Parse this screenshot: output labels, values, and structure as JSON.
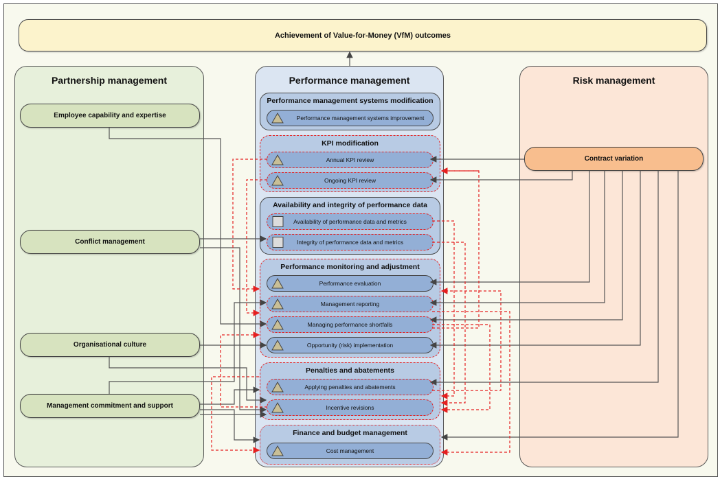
{
  "title": "Achievement of Value-for-Money (VfM) outcomes",
  "columns": {
    "partnership": {
      "title": "Partnership management",
      "items": [
        "Employee capability and expertise",
        "Conflict management",
        "Organisational culture",
        "Management commitment and support"
      ]
    },
    "performance": {
      "title": "Performance management",
      "groups": [
        {
          "title": "Performance management systems modification",
          "style": "solid",
          "activities": [
            {
              "label": "Performance management systems improvement",
              "icon": "triangle-icon",
              "style": "solid"
            }
          ]
        },
        {
          "title": "KPI modification",
          "style": "dashed",
          "activities": [
            {
              "label": "Annual KPI review",
              "icon": "triangle-icon",
              "style": "dashed"
            },
            {
              "label": "Ongoing KPI review",
              "icon": "triangle-icon",
              "style": "dashed"
            }
          ]
        },
        {
          "title": "Availability and integrity of performance data",
          "style": "solid",
          "activities": [
            {
              "label": "Availability of performance data and metrics",
              "icon": "square-icon",
              "style": "dashed"
            },
            {
              "label": "Integrity of performance data and metrics",
              "icon": "square-icon",
              "style": "dashed"
            }
          ]
        },
        {
          "title": "Performance monitoring and adjustment",
          "style": "dashed",
          "activities": [
            {
              "label": "Performance evaluation",
              "icon": "triangle-icon",
              "style": "solid"
            },
            {
              "label": "Management reporting",
              "icon": "triangle-icon",
              "style": "dashed"
            },
            {
              "label": "Managing performance shortfalls",
              "icon": "triangle-icon",
              "style": "dashed"
            },
            {
              "label": "Opportunity (risk) implementation",
              "icon": "triangle-icon",
              "style": "solid"
            }
          ]
        },
        {
          "title": "Penalties and abatements",
          "style": "dashed",
          "activities": [
            {
              "label": "Applying penalties and abatements",
              "icon": "triangle-icon",
              "style": "dashed"
            },
            {
              "label": "Incentive revisions",
              "icon": "triangle-icon",
              "style": "dashed"
            }
          ]
        },
        {
          "title": "Finance and budget management",
          "style": "dashed",
          "activities": [
            {
              "label": "Cost management",
              "icon": "triangle-icon",
              "style": "solid"
            }
          ]
        }
      ]
    },
    "risk": {
      "title": "Risk management",
      "items": [
        "Contract variation"
      ]
    }
  },
  "colors": {
    "background": "#f8f9ee",
    "outcome_fill": "#fcf3cc",
    "partnership_fill": "#e7f0db",
    "partnership_item": "#d7e3bf",
    "performance_fill": "#dbe5f2",
    "group_fill": "#b8cbe4",
    "activity_fill": "#93afd6",
    "risk_fill": "#fce6d7",
    "risk_item": "#f8be8e",
    "dashed_link": "#e52020",
    "solid_link": "#444444"
  }
}
